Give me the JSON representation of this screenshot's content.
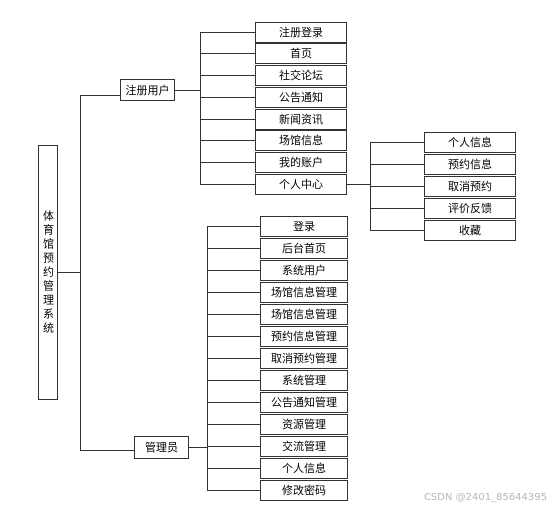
{
  "root": {
    "label": "体育馆预约管理系统"
  },
  "user_branch": {
    "label": "注册用户",
    "items": [
      "注册登录",
      "首页",
      "社交论坛",
      "公告通知",
      "新闻资讯",
      "场馆信息",
      "我的账户",
      "个人中心"
    ]
  },
  "personal_center": {
    "items": [
      "个人信息",
      "预约信息",
      "取消预约",
      "评价反馈",
      "收藏"
    ]
  },
  "admin_branch": {
    "label": "管理员",
    "items": [
      "登录",
      "后台首页",
      "系统用户",
      "场馆信息管理",
      "场馆信息管理",
      "预约信息管理",
      "取消预约管理",
      "系统管理",
      "公告通知管理",
      "资源管理",
      "交流管理",
      "个人信息",
      "修改密码"
    ]
  },
  "watermark": "CSDN @2401_85644395"
}
